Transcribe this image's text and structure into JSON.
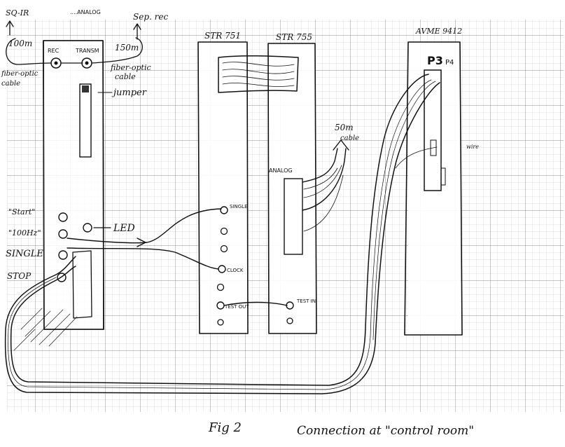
{
  "top_labels": {
    "left_corner": "SQ-IR",
    "left_mid": "....ANALOG",
    "right": "Sep. rec"
  },
  "left_panel": {
    "cable_left": "100m",
    "cable_right": "150m",
    "rec_label": "REC",
    "trans_label": "TRANSM",
    "fiber_left": "fiber-optic",
    "fiber_left2": "cable",
    "fiber_right": "fiber-optic",
    "fiber_right2": "cable",
    "jumper": "jumper",
    "led": "LED",
    "start": "\"Start\"",
    "ioohz": "\"100Hz\"",
    "single": "SINGLE",
    "stop": "STOP"
  },
  "str751": {
    "title": "STR 751",
    "single": "SINGLE",
    "clock": "CLOCK",
    "test_out": "TEST OUT"
  },
  "str755": {
    "title": "STR 755",
    "analog": "ANALOG",
    "test_in": "TEST IN",
    "cable_len": "50m",
    "cable_word": "cable"
  },
  "avme": {
    "title": "AVME 9412",
    "connector": "P3",
    "connector_sub": "P4",
    "wire": "wire"
  },
  "caption": {
    "fig": "Fig 2",
    "text": "Connection at \"control room\""
  }
}
